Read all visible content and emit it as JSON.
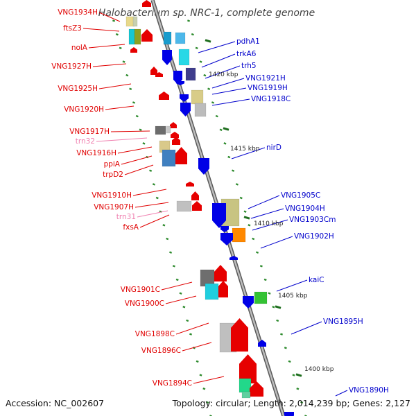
{
  "title": "Halobacterium sp. NRC-1, complete genome",
  "footer": {
    "accession": "Accession: NC_002607",
    "topology": "Topology: circular; Length: 2,014,239 bp; Genes: 2,127"
  },
  "colors": {
    "left_label": "#e00000",
    "left_trn_label": "#f080b0",
    "right_label": "#0000cc",
    "backbone": "#8c8c8c",
    "tick": "#2e8b2e"
  },
  "scale_labels": [
    "1420 kbp",
    "1415 kbp",
    "1410 kbp",
    "1405 kbp",
    "1400 kbp"
  ],
  "left_labels": [
    "VNG1934H",
    "ftsZ3",
    "nolA",
    "VNG1927H",
    "VNG1925H",
    "VNG1920H",
    "VNG1917H",
    "trn32",
    "VNG1916H",
    "ppiA",
    "trpD2",
    "VNG1910H",
    "VNG1907H",
    "trn31",
    "fxsA",
    "VNG1901C",
    "VNG1900C",
    "VNG1898C",
    "VNG1896C",
    "VNG1894C"
  ],
  "right_labels": [
    "pdhA1",
    "trkA6",
    "trh5",
    "VNG1921H",
    "VNG1919H",
    "VNG1918C",
    "nirD",
    "VNG1905C",
    "VNG1904H",
    "VNG1903Cm",
    "VNG1902H",
    "kaiC",
    "VNG1895H",
    "VNG1890H"
  ]
}
